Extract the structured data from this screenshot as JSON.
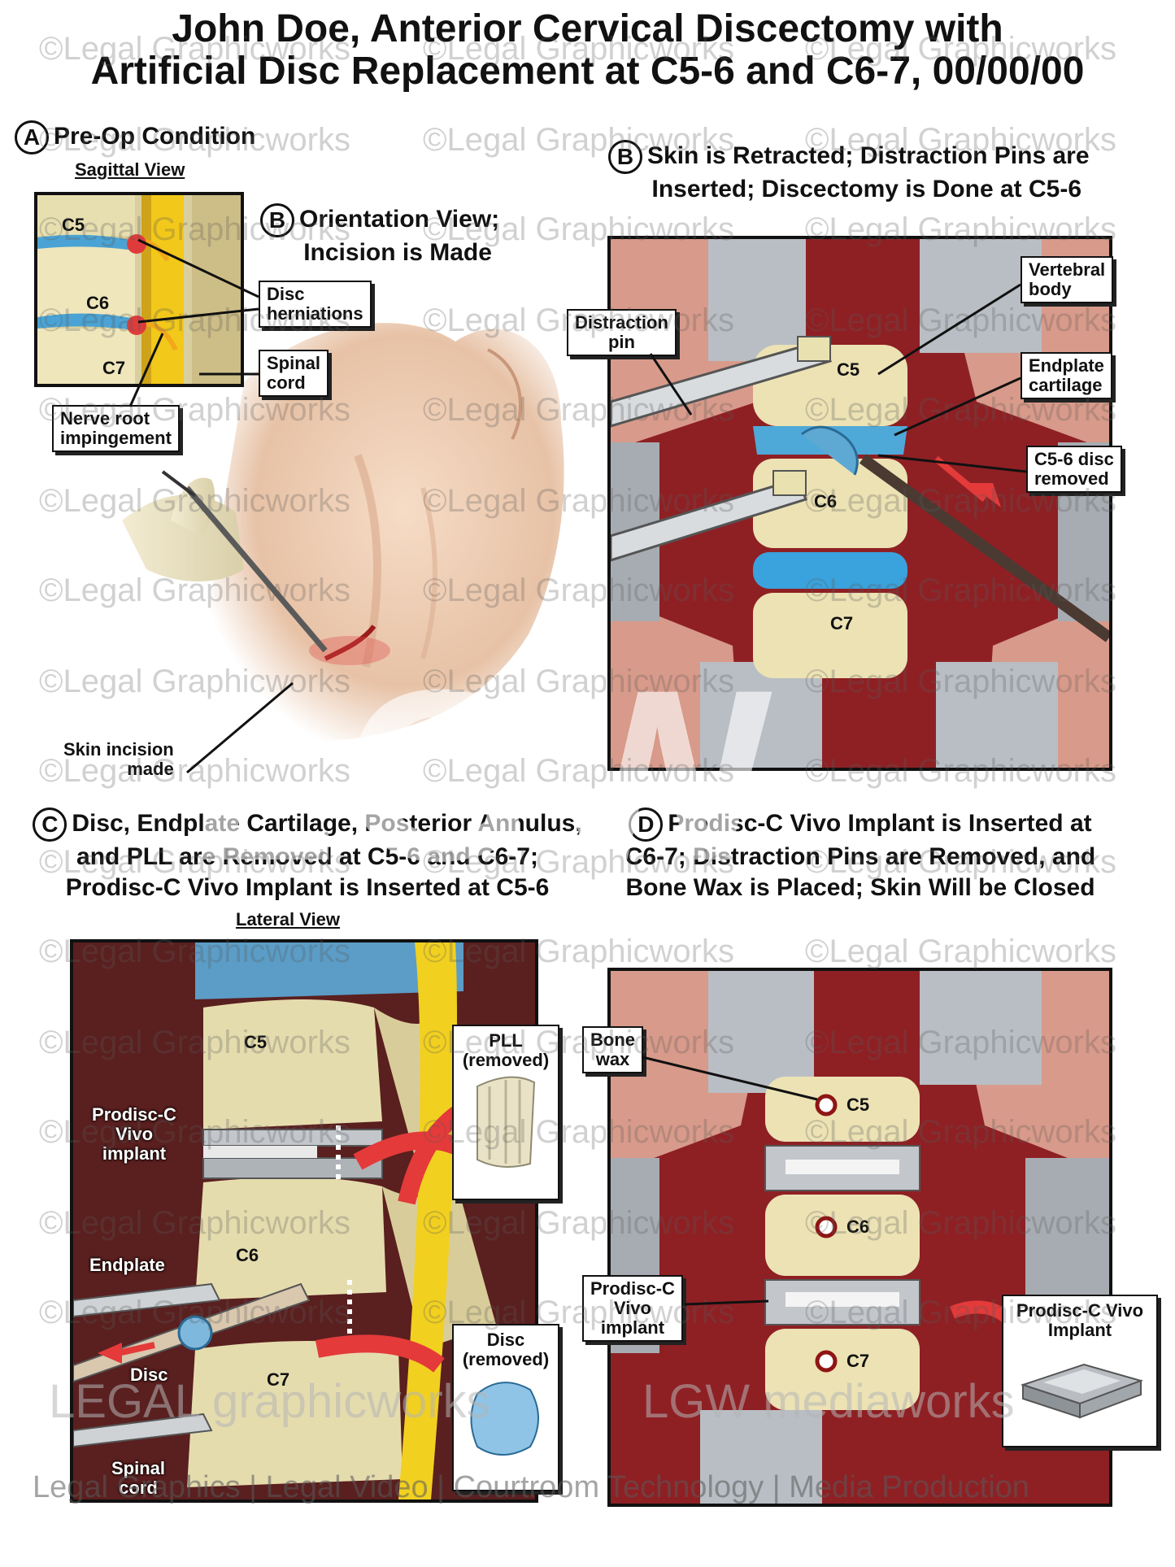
{
  "title": {
    "line1": "John Doe, Anterior Cervical Discectomy with",
    "line2": "Artificial Disc Replacement at C5-6 and C6-7, 00/00/00"
  },
  "sections": {
    "a": {
      "letter": "A",
      "title": "Pre-Op Condition",
      "view": "Sagittal View"
    },
    "b_orient": {
      "letter": "B",
      "line1": "Orientation View;",
      "line2": "Incision is Made"
    },
    "b_surgery": {
      "letter": "B",
      "line1": "Skin is Retracted; Distraction Pins are",
      "line2": "Inserted; Discectomy is Done at C5-6"
    },
    "c": {
      "letter": "C",
      "line1": "Disc, Endplate Cartilage, Posterior Annulus,",
      "line2": "and PLL are Removed at C5-6 and C6-7;",
      "line3": "Prodisc-C Vivo Implant is Inserted at C5-6",
      "view": "Lateral View"
    },
    "d": {
      "letter": "D",
      "line1": "Prodisc-C Vivo Implant is Inserted at",
      "line2": "C6-7; Distraction Pins are Removed, and",
      "line3": "Bone Wax is Placed; Skin Will be Closed"
    }
  },
  "labels": {
    "disc_herniations": [
      "Disc",
      "herniations"
    ],
    "spinal_cord": [
      "Spinal",
      "cord"
    ],
    "nerve_root": [
      "Nerve root",
      "impingement"
    ],
    "skin_incision": [
      "Skin incision",
      "made"
    ],
    "distraction_pin": [
      "Distraction",
      "pin"
    ],
    "vertebral_body": [
      "Vertebral",
      "body"
    ],
    "endplate_cartilage": [
      "Endplate",
      "cartilage"
    ],
    "c56_disc_removed": [
      "C5-6 disc",
      "removed"
    ],
    "pll_removed": [
      "PLL",
      "(removed)"
    ],
    "disc_removed": [
      "Disc",
      "(removed)"
    ],
    "prodisc_lateral": [
      "Prodisc-C",
      "Vivo",
      "implant"
    ],
    "endplate": "Endplate",
    "disc": "Disc",
    "spinal_cord_lateral": [
      "Spinal",
      "cord"
    ],
    "bone_wax": [
      "Bone",
      "wax"
    ],
    "prodisc_d": [
      "Prodisc-C",
      "Vivo",
      "implant"
    ],
    "prodisc_vivo_implant": [
      "Prodisc-C Vivo",
      "Implant"
    ]
  },
  "vertebrae": {
    "c5": "C5",
    "c6": "C6",
    "c7": "C7"
  },
  "watermark": "©Legal Graphicworks",
  "big_watermark": "LGW",
  "brand_left": "LEGAL graphicworks",
  "brand_right": "LGW mediaworks",
  "footer": "Legal Graphics | Legal Video | Courtroom Technology | Media Production",
  "colors": {
    "bone": "#e8dfb0",
    "disc": "#4aa3d4",
    "cord": "#f2c81a",
    "tissue": "#b3242a",
    "metal": "#c9ccd0"
  }
}
